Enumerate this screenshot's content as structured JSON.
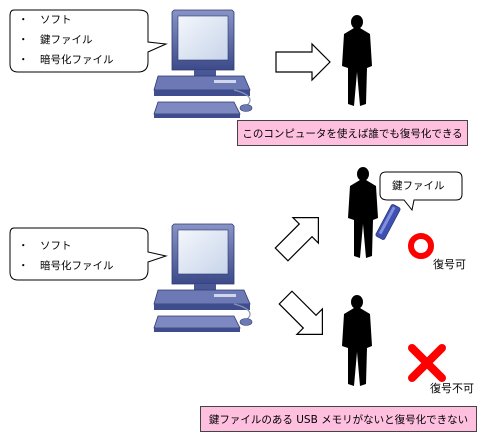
{
  "top": {
    "callout_items": [
      "ソフト",
      "鍵ファイル",
      "暗号化ファイル"
    ],
    "note": "このコンピュータを使えば誰でも復号化できる"
  },
  "bottom": {
    "callout_items": [
      "ソフト",
      "暗号化ファイル"
    ],
    "key_callout": "鍵ファイル",
    "decrypt_ok": "復号可",
    "decrypt_ng": "復号不可",
    "note": "鍵ファイルのある USB メモリがないと復号化できない"
  },
  "colors": {
    "monitor": "#5d6ba8",
    "screen": "#dfe8f6",
    "note_fill": "#ffc0e0",
    "circle": "#ff0000",
    "cross": "#ff0000",
    "usb": "#4050b0"
  }
}
